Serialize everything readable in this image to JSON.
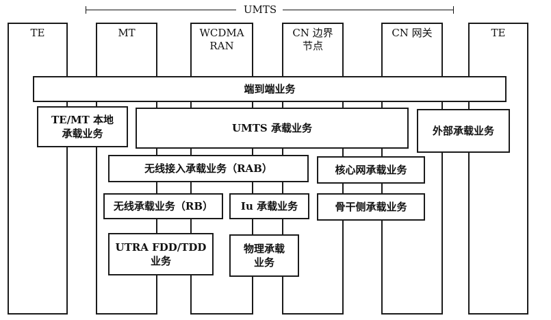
{
  "scope_label": "UMTS",
  "columns": [
    {
      "id": "te-left",
      "lines": [
        "TE"
      ]
    },
    {
      "id": "mt",
      "lines": [
        "MT"
      ]
    },
    {
      "id": "wcdma-ran",
      "lines": [
        "WCDMA",
        "RAN"
      ]
    },
    {
      "id": "cn-edge",
      "lines": [
        "CN 边界",
        "节点"
      ]
    },
    {
      "id": "cn-gateway",
      "lines": [
        "CN 网关"
      ]
    },
    {
      "id": "te-right",
      "lines": [
        "TE"
      ]
    }
  ],
  "services": {
    "end_to_end": [
      "端到端业务"
    ],
    "te_mt_local": [
      "TE/MT 本地",
      "承载业务"
    ],
    "umts_bearer": [
      "UMTS 承载业务"
    ],
    "external_bearer": [
      "外部承载业务"
    ],
    "radio_access_bearer": [
      "无线接入承载业务（RAB）"
    ],
    "core_network_bearer": [
      "核心网承载业务"
    ],
    "radio_bearer": [
      "无线承载业务（RB）"
    ],
    "iu_bearer": [
      "Iu 承载业务"
    ],
    "backbone_bearer": [
      "骨干侧承载业务"
    ],
    "utra_service": [
      "UTRA FDD/TDD",
      "业务"
    ],
    "physical_bearer": [
      "物理承载",
      "业务"
    ]
  }
}
